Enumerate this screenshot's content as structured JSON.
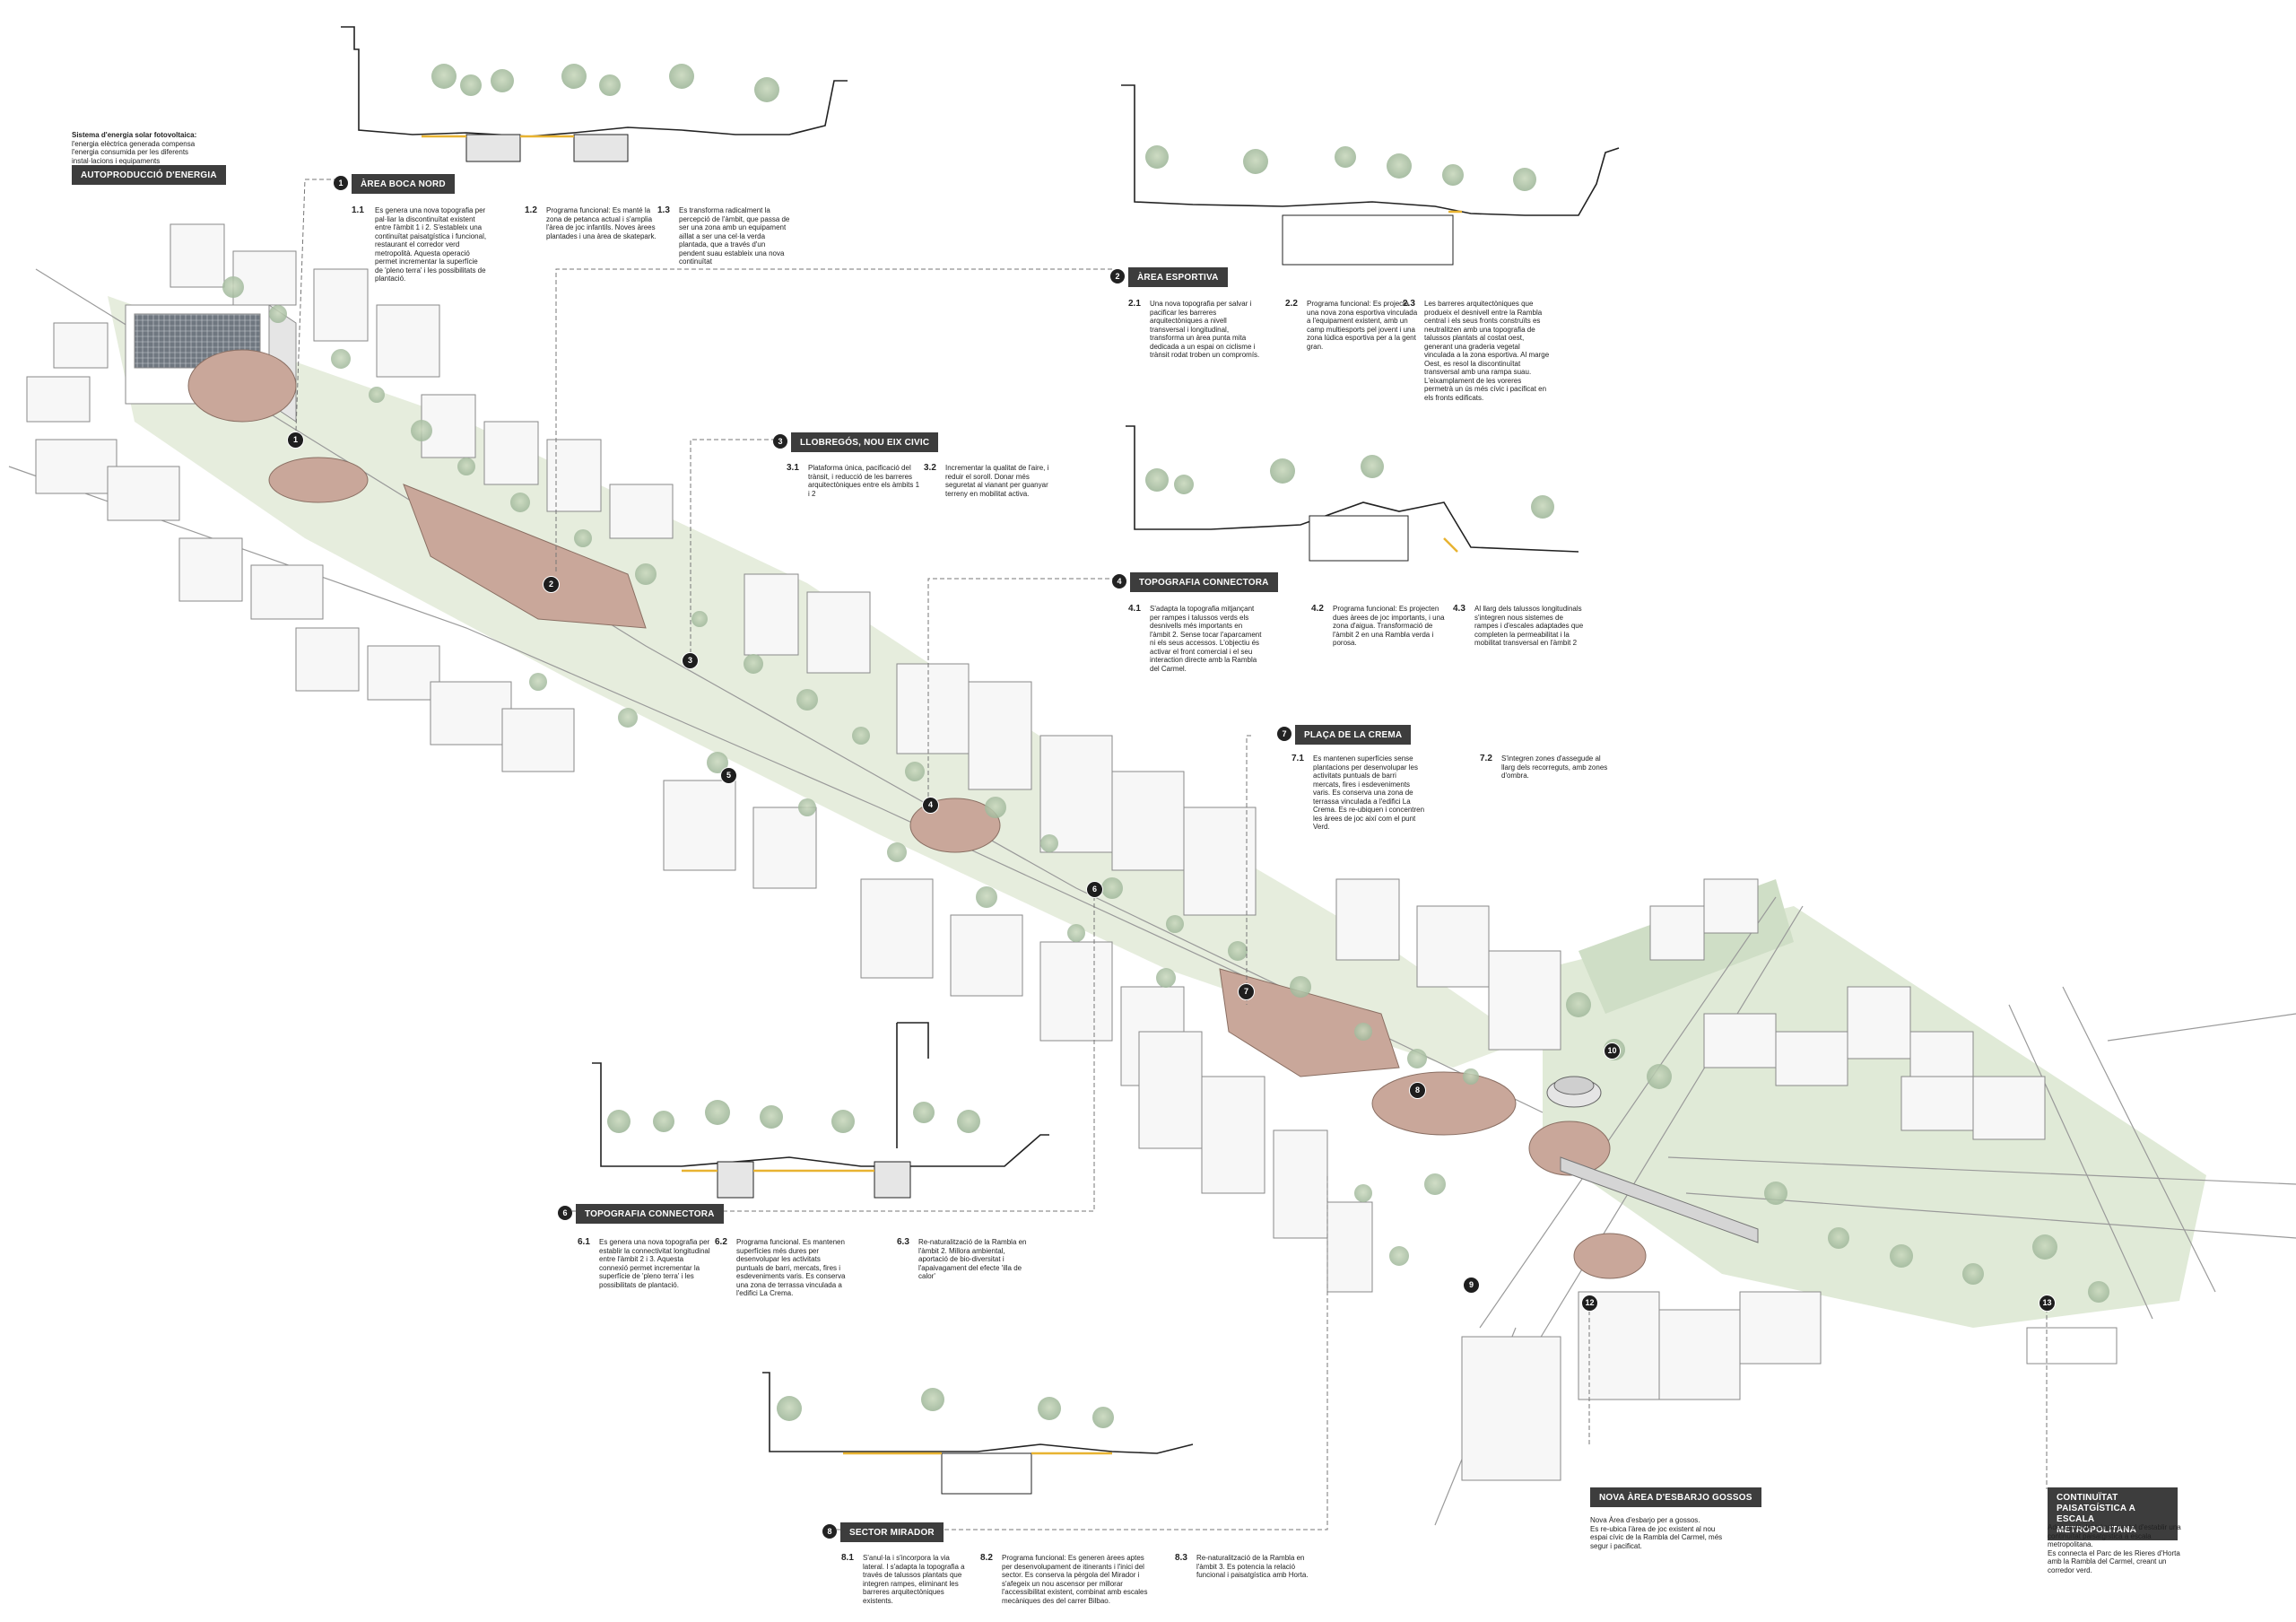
{
  "energy_note": {
    "title": "Sistema d'energia solar fotovoltaica:",
    "body": "l'energia elèctrica generada compensa l'energia consumida per les diferents instal·lacions i equipaments"
  },
  "energy_tag": "AUTOPRODUCCIÓ D'ENERGIA",
  "sections": [
    {
      "num": "1",
      "title": "ÀREA BOCA NORD",
      "notes": [
        {
          "n": "1.1",
          "t": "Es genera una nova topografia per pal·liar la discontinuïtat existent entre l'àmbit 1 i 2. S'estableix una continuïtat paisatgística i funcional, restaurant el corredor verd metropolità. Aquesta operació permet incrementar la superfície de 'pleno terra' i les possibilitats de plantació."
        },
        {
          "n": "1.2",
          "t": "Programa funcional: Es manté la zona de petanca actual i s'amplia l'àrea de joc infantils. Noves àrees plantades i una àrea de skatepark."
        },
        {
          "n": "1.3",
          "t": "Es transforma radicalment la percepció de l'àmbit, que passa de ser una zona amb un equipament aïllat a ser una cel·la verda plantada, que a través d'un pendent suau estableix una nova continuïtat"
        }
      ]
    },
    {
      "num": "2",
      "title": "ÀREA ESPORTIVA",
      "notes": [
        {
          "n": "2.1",
          "t": "Una nova topografia per salvar i pacificar les barreres arquitectòniques a nivell transversal i longitudinal, transforma un àrea punta mita dedicada a un espai on ciclisme i trànsit rodat troben un compromís."
        },
        {
          "n": "2.2",
          "t": "Programa funcional: Es projecta una nova zona esportiva vinculada a l'equipament existent, amb un camp multiesports pel jovent i una zona lúdica esportiva per a la gent gran."
        },
        {
          "n": "2.3",
          "t": "Les barreres arquitectòniques que produeix el desnivell entre la Rambla central i els seus fronts construïts es neutralitzen amb una topografia de talussos plantats al costat oest, generant una graderia vegetal vinculada a la zona esportiva. Al marge Oest, es resol la discontinuïtat transversal amb una rampa suau. L'eixamplament de les voreres permetrà un ús més cívic i pacificat en els fronts edificats."
        }
      ]
    },
    {
      "num": "3",
      "title": "LLOBREGÓS, NOU EIX CIVIC",
      "notes": [
        {
          "n": "3.1",
          "t": "Plataforma única, pacificació del trànsit, i reducció de les barreres arquitectòniques entre els àmbits 1 i 2"
        },
        {
          "n": "3.2",
          "t": "Incrementar la qualitat de l'aire, i reduir el soroll. Donar més seguretat al vianant per guanyar terreny en mobilitat activa."
        }
      ]
    },
    {
      "num": "4",
      "title": "TOPOGRAFIA CONNECTORA",
      "notes": [
        {
          "n": "4.1",
          "t": "S'adapta la topografia mitjançant per rampes i talussos verds els desnivells més importants en l'àmbit 2. Sense tocar l'aparcament ni els seus accessos. L'objectiu és activar el front comercial i el seu interaction directe amb la Rambla del Carmel."
        },
        {
          "n": "4.2",
          "t": "Programa funcional: Es projecten dues àrees de joc importants, i una zona d'aigua. Transformació de l'àmbit 2 en una Rambla verda i porosa."
        },
        {
          "n": "4.3",
          "t": "Al llarg dels talussos longitudinals s'integren nous sistemes de rampes i d'escales adaptades que completen la permeabilitat i la mobilitat transversal en l'àmbit 2"
        }
      ]
    },
    {
      "num": "7",
      "title": "PLAÇA DE LA CREMA",
      "notes": [
        {
          "n": "7.1",
          "t": "Es mantenen superfícies sense plantacions per desenvolupar les activitats puntuals de barri mercats, fires i esdeveniments varis. Es conserva una zona de terrassa vinculada a l'edifici La Crema. Es re-ubiquen i concentren les àrees de joc així com el punt Verd."
        },
        {
          "n": "7.2",
          "t": "S'integren zones d'assegude al llarg dels recorreguts, amb zones d'ombra."
        }
      ]
    },
    {
      "num": "6",
      "title": "TOPOGRAFIA CONNECTORA",
      "notes": [
        {
          "n": "6.1",
          "t": "Es genera una nova topografia per establir la connectivitat longitudinal entre l'àmbit 2 i 3. Aquesta connexió permet incrementar la superfície de 'pleno terra' i les possibilitats de plantació."
        },
        {
          "n": "6.2",
          "t": "Programa funcional. Es mantenen superfícies més dures per desenvolupar les activitats puntuals de barri, mercats, fires i esdeveniments varis. Es conserva una zona de terrassa vinculada a l'edifici La Crema."
        },
        {
          "n": "6.3",
          "t": "Re-naturalització de la Rambla en l'àmbit 2. Millora ambiental, aportació de bio-diversitat i l'apaivagament del efecte 'illa de calor'"
        }
      ]
    },
    {
      "num": "8",
      "title": "SECTOR MIRADOR",
      "notes": [
        {
          "n": "8.1",
          "t": "S'anul·la i s'incorpora la via lateral. I s'adapta la topografia a través de talussos plantats que integren rampes, eliminant les barreres arquitectòniques existents."
        },
        {
          "n": "8.2",
          "t": "Programa funcional: Es generen àrees aptes per desenvolupament de itinerants i l'inici del sector. Es conserva la pèrgola del Mirador i s'afegeix un nou ascensor per millorar l'accessibilitat existent, combinat amb escales mecàniques des del carrer Bilbao."
        },
        {
          "n": "8.3",
          "t": "Re-naturalització de la Rambla en l'àmbit 3. Es potencia la relació funcional i paisatgística amb Horta."
        }
      ]
    }
  ],
  "dog_area": {
    "title": "NOVA ÀREA D'ESBARJO GOSSOS",
    "lead": "Nova Àrea d'esbarjo per a gossos.",
    "body": "Es re-ubica l'àrea de joc existent al nou espai cívic de la Rambla del Carmel, més segur i pacificat."
  },
  "metro": {
    "title": "CONTINUÏTAT PAISATGÍSTICA A ESCALA METROPOLITANA",
    "lead": "Adequació del trànsit per tal d'establir una continuïtat paisatgística a escala metropolitana.",
    "body": "Es connecta el Parc de les Rieres d'Horta amb la Rambla del Carmel, creant un corredor verd."
  },
  "plan_markers": [
    "1",
    "2",
    "3",
    "4",
    "5",
    "6",
    "7",
    "8",
    "9",
    "10",
    "12",
    "13"
  ]
}
